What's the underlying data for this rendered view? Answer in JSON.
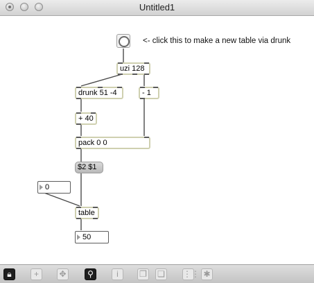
{
  "window": {
    "title": "Untitled1"
  },
  "patch": {
    "comment": "<- click this to make a new table via drunk",
    "objects": {
      "uzi": "uzi 128",
      "drunk": "drunk 51 -4",
      "minus": "- 1",
      "plus": "+ 40",
      "pack": "pack 0 0",
      "message": "$2 $1",
      "table": "table"
    },
    "numbers": {
      "left_input": "0",
      "output": "50"
    }
  },
  "toolbar": {
    "icons": [
      "lock-icon",
      "add-object-icon",
      "move-icon",
      "presentation-icon",
      "info-icon",
      "layer-back-icon",
      "layer-front-icon",
      "grid-icon",
      "snap-icon"
    ]
  },
  "colors": {
    "object_border": "#cfd0b0",
    "wire": "#4a4a4a",
    "toolbar_active": "#1e1e1e"
  }
}
